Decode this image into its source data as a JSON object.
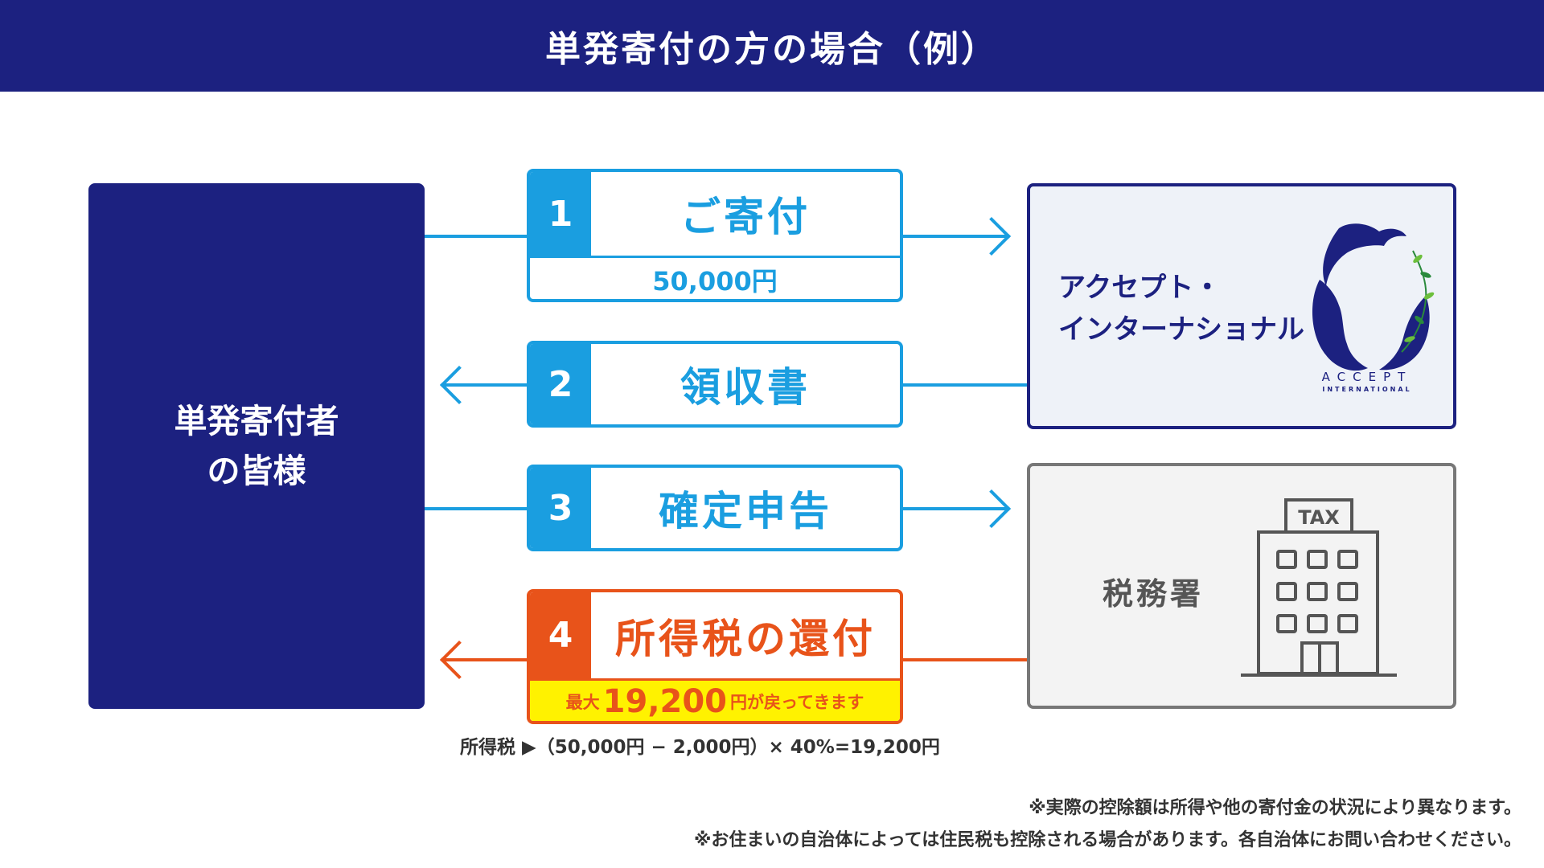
{
  "header": {
    "title": "単発寄付の方の場合（例）"
  },
  "donor": {
    "line1": "単発寄付者",
    "line2": "の皆様"
  },
  "steps": [
    {
      "number": "1",
      "label": "ご寄付",
      "amount": "50,000円"
    },
    {
      "number": "2",
      "label": "領収書"
    },
    {
      "number": "3",
      "label": "確定申告"
    },
    {
      "number": "4",
      "label": "所得税の還付",
      "refund_pre": "最大",
      "refund_amount": "19,200",
      "refund_post": "円が戻ってきます"
    }
  ],
  "formula": "所得税 ▶（50,000円 − 2,000円）× 40%=19,200円",
  "organization": {
    "name_line1": "アクセプト・",
    "name_line2": "インターナショナル",
    "logo_text1": "ACCEPT",
    "logo_text2": "INTERNATIONAL"
  },
  "tax_office": {
    "name": "税務署",
    "building_sign": "TAX"
  },
  "notes": [
    "※実際の控除額は所得や他の寄付金の状況により異なります。",
    "※お住まいの自治体によっては住民税も控除される場合があります。各自治体にお問い合わせください。"
  ],
  "colors": {
    "navy": "#1c2180",
    "blue": "#1a9ee0",
    "orange": "#e8531a",
    "yellow": "#fff200",
    "gray": "#777777"
  },
  "icons": {
    "arrows": [
      "arrow-right-icon",
      "arrow-left-icon"
    ],
    "logo": "accept-international-logo",
    "building": "tax-office-building-icon"
  }
}
